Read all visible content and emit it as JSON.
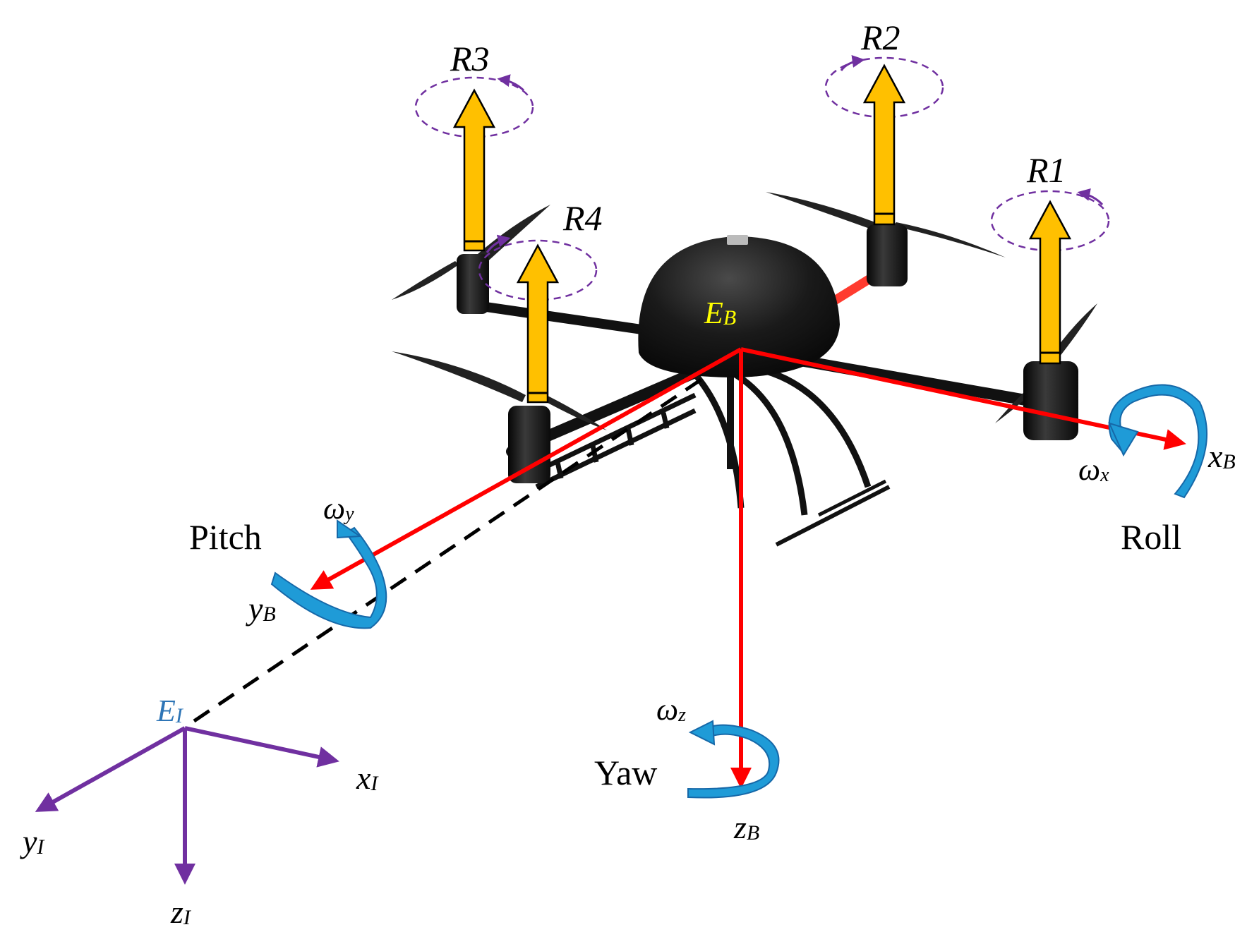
{
  "colors": {
    "body_axis": "#ff0000",
    "inertial_axis": "#7030a0",
    "thrust": "#ffc000",
    "rotation_arrow": "#1f9bd7",
    "spin_dash": "#7030a0",
    "eb_label": "#ffff00",
    "ei_label": "#2e75b6",
    "drone": "#111111"
  },
  "rotors": [
    {
      "id": "R1",
      "label": "R1"
    },
    {
      "id": "R2",
      "label": "R2"
    },
    {
      "id": "R3",
      "label": "R3"
    },
    {
      "id": "R4",
      "label": "R4"
    }
  ],
  "body_frame": {
    "origin": {
      "main": "E",
      "sub": "B"
    },
    "x": {
      "main": "x",
      "sub": "B"
    },
    "y": {
      "main": "y",
      "sub": "B"
    },
    "z": {
      "main": "z",
      "sub": "B"
    }
  },
  "inertial_frame": {
    "origin": {
      "main": "E",
      "sub": "I"
    },
    "x": {
      "main": "x",
      "sub": "I"
    },
    "y": {
      "main": "y",
      "sub": "I"
    },
    "z": {
      "main": "z",
      "sub": "I"
    }
  },
  "rotations": {
    "roll": {
      "name": "Roll",
      "omega": {
        "main": "ω",
        "sub": "x"
      }
    },
    "pitch": {
      "name": "Pitch",
      "omega": {
        "main": "ω",
        "sub": "y"
      }
    },
    "yaw": {
      "name": "Yaw",
      "omega": {
        "main": "ω",
        "sub": "z"
      }
    }
  }
}
